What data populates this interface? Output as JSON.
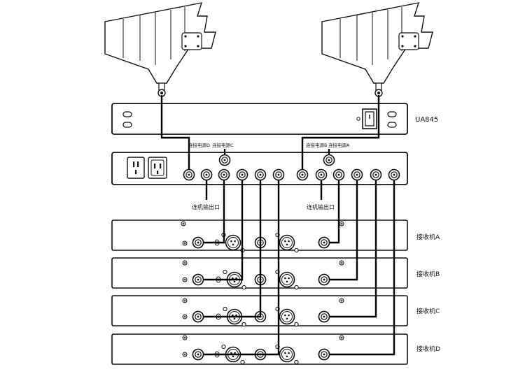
{
  "diagram": {
    "unit_label": "UA845",
    "power_labels": {
      "d": "连接电源D",
      "c": "连接电源C",
      "b": "连接电源B",
      "a": "连接电源A"
    },
    "output_labels": {
      "left": "连机输出口",
      "right": "连机输出口"
    },
    "receivers": [
      {
        "label": "接收机A"
      },
      {
        "label": "接收机B"
      },
      {
        "label": "接收机C"
      },
      {
        "label": "接收机D"
      }
    ]
  }
}
